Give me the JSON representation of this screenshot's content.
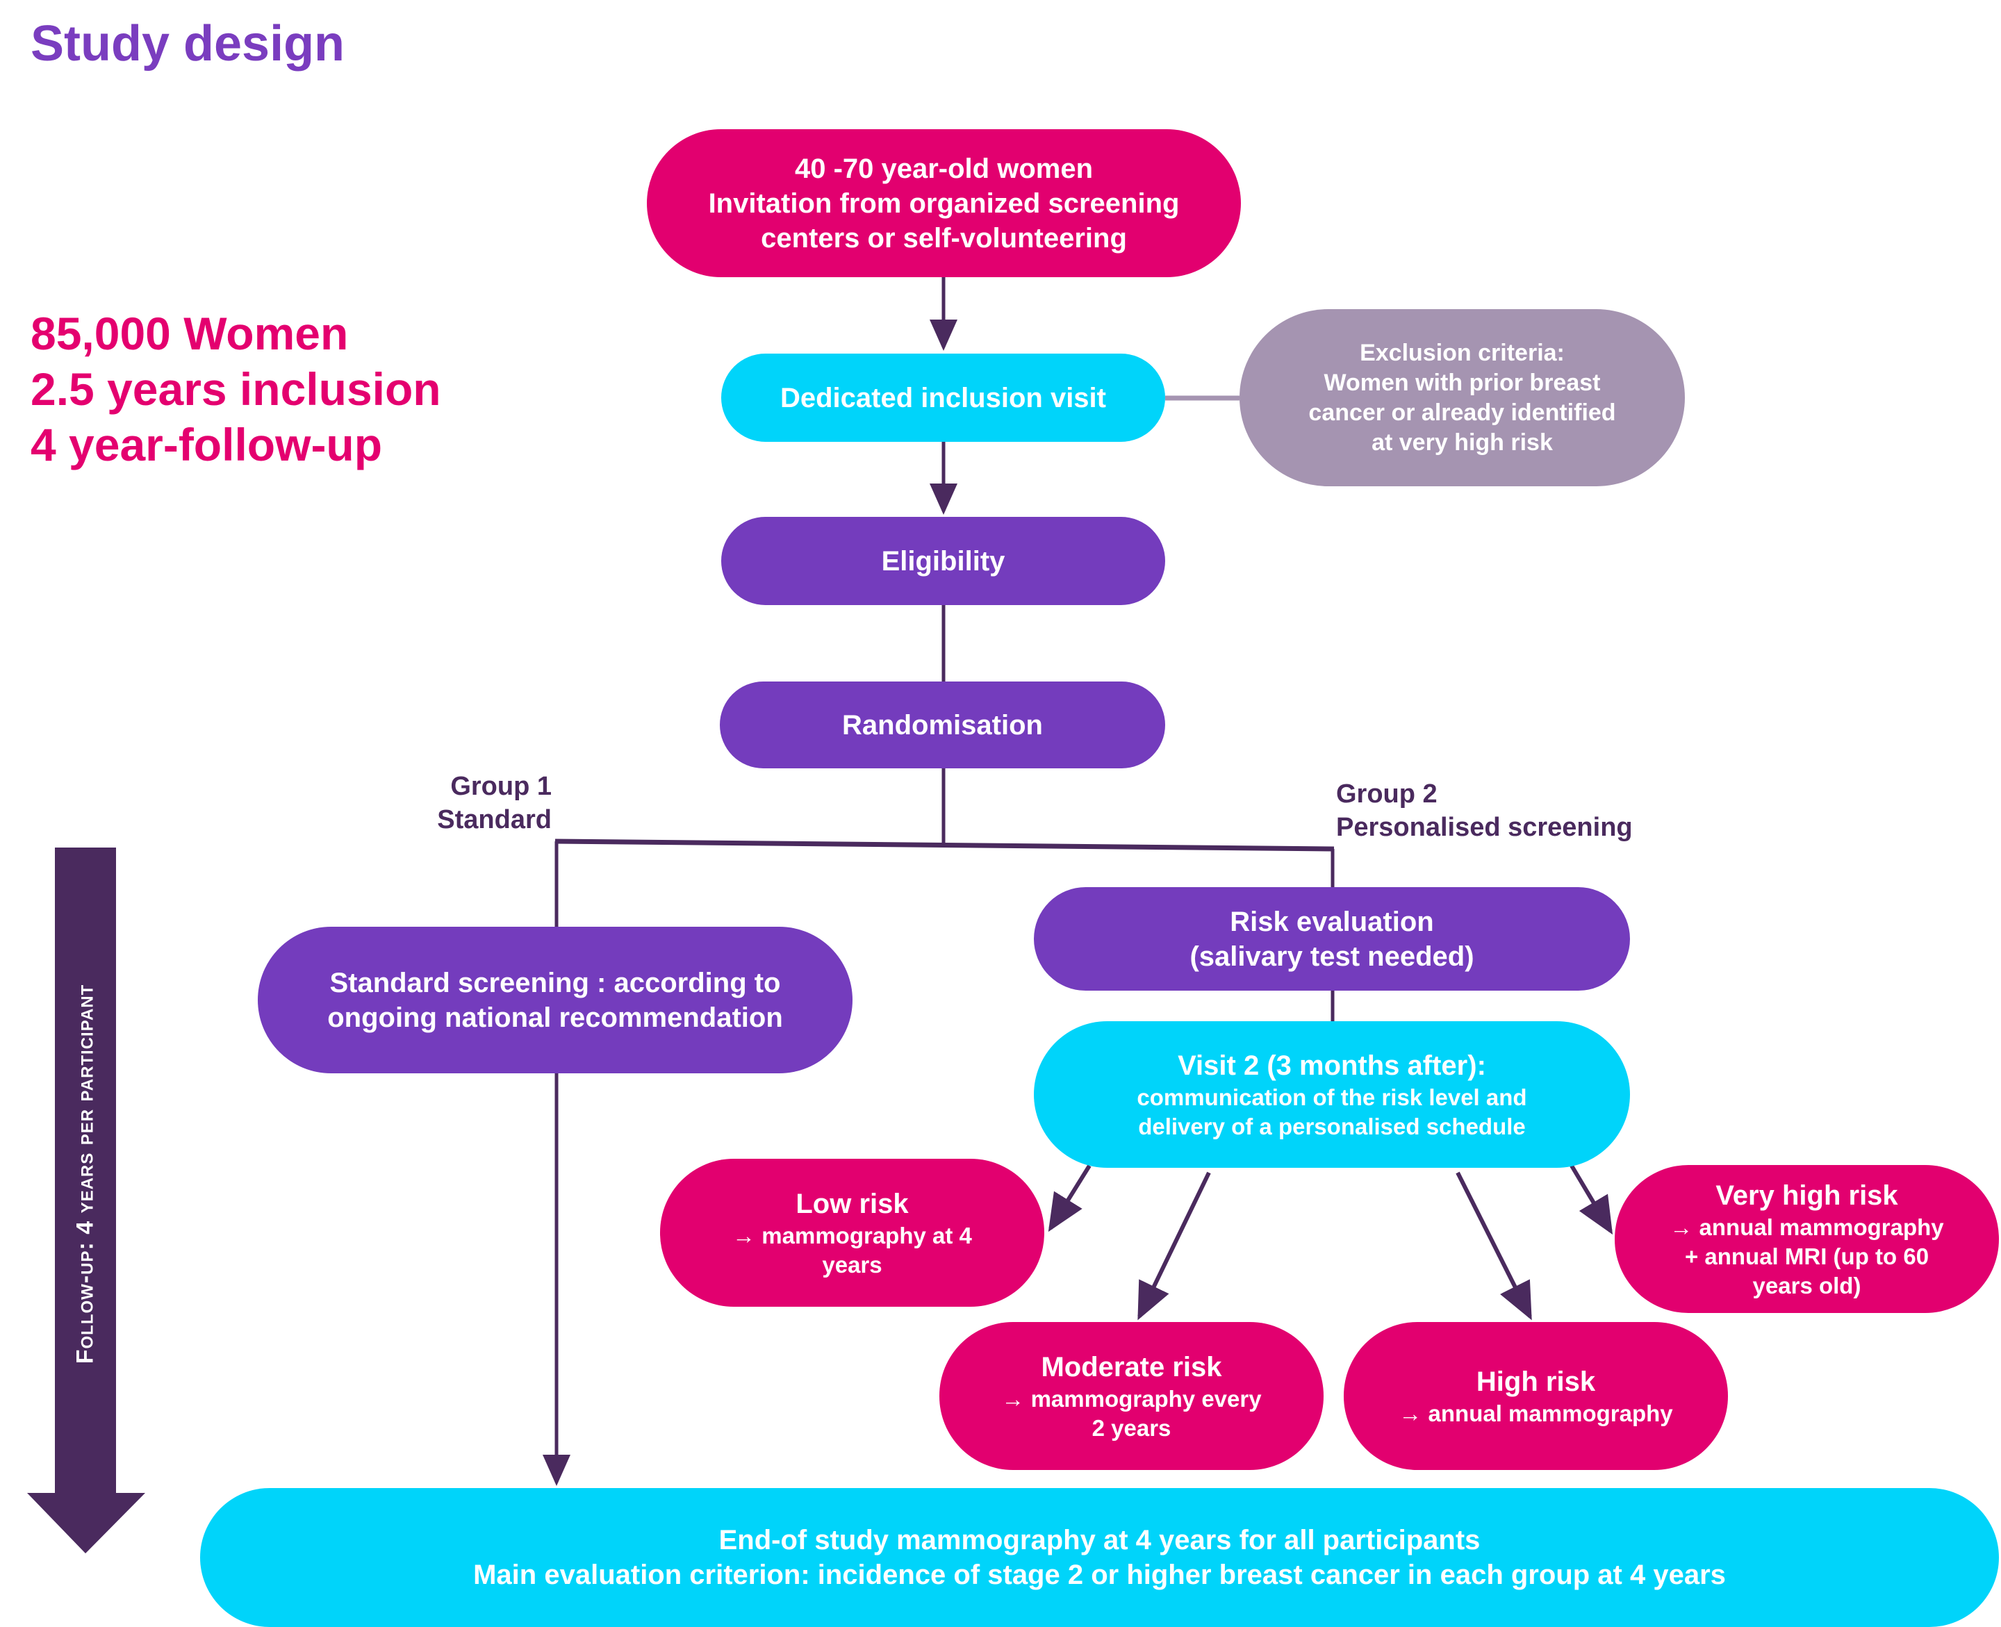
{
  "title": "Study design",
  "stats": [
    "85,000 Women",
    "2.5 years inclusion",
    "4 year-follow-up"
  ],
  "follow_up_arrow_label": "Follow-up: 4 years per participant",
  "colors": {
    "title": "#7a3dbf",
    "stats": "#e4006f",
    "pink": "#e2006f",
    "cyan": "#00d4fa",
    "purple": "#743cbd",
    "grey": "#a594b1",
    "connector": "#4a2a5e"
  },
  "nodes": {
    "population": [
      "40 -70 year-old women",
      "Invitation from organized screening",
      "centers or  self-volunteering"
    ],
    "inclusion_visit": "Dedicated inclusion  visit",
    "exclusion": [
      "Exclusion criteria:",
      "Women with prior breast",
      "cancer or already identified",
      "at very high risk"
    ],
    "eligibility": "Eligibility",
    "randomisation": "Randomisation",
    "standard_screening": [
      "Standard screening : according to",
      "ongoing national recommendation"
    ],
    "risk_evaluation": [
      "Risk evaluation",
      "(salivary test needed)"
    ],
    "visit2": {
      "title": "Visit 2 (3 months after):",
      "lines": [
        "communication of the risk level and",
        "delivery of a personalised schedule"
      ]
    },
    "low_risk": {
      "title": "Low risk",
      "lines": [
        "→ mammography at 4",
        "years"
      ]
    },
    "moderate_risk": {
      "title": "Moderate risk",
      "lines": [
        "→ mammography every",
        "2 years"
      ]
    },
    "high_risk": {
      "title": "High risk",
      "lines": [
        "→ annual mammography"
      ]
    },
    "very_high_risk": {
      "title": "Very high risk",
      "lines": [
        "→ annual mammography",
        "+ annual MRI (up to 60",
        "years old)"
      ]
    },
    "end_of_study": [
      "End-of study mammography at 4 years for all participants",
      "Main evaluation criterion: incidence of stage 2 or higher breast cancer in each group at 4 years"
    ]
  },
  "groups": {
    "group1": [
      "Group 1",
      "Standard"
    ],
    "group2": [
      "Group 2",
      "Personalised screening"
    ]
  }
}
